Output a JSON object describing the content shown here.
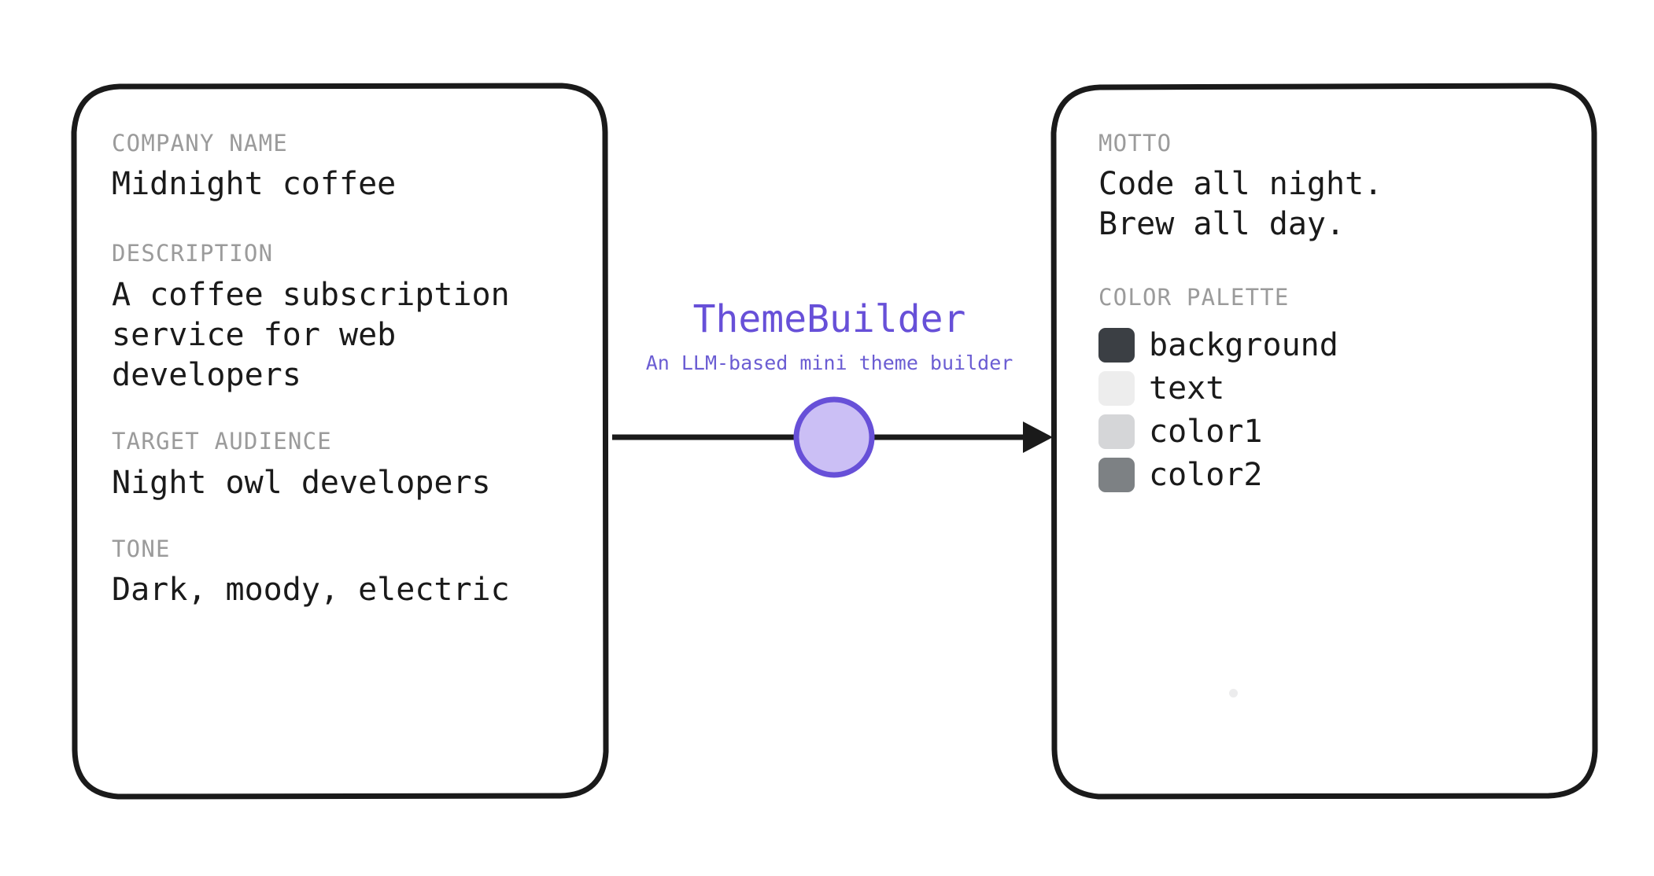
{
  "app": {
    "title": "ThemeBuilder",
    "subtitle": "An LLM-based mini theme builder",
    "accent_color": "#6750d8",
    "subtitle_color": "#6b5dd3",
    "node_fill": "#cbbff5",
    "node_stroke": "#6750d8",
    "arrow_color": "#1a1a1a",
    "card_border_color": "#1a1a1a",
    "label_color": "#9b9b9b",
    "value_color": "#1a1a1a"
  },
  "input_card": {
    "fields": [
      {
        "label": "COMPANY NAME",
        "value": "Midnight coffee"
      },
      {
        "label": "DESCRIPTION",
        "value": "A coffee subscription\nservice for web\ndevelopers"
      },
      {
        "label": "TARGET AUDIENCE",
        "value": "Night owl developers"
      },
      {
        "label": "TONE",
        "value": "Dark, moody, electric"
      }
    ]
  },
  "output_card": {
    "motto": {
      "label": "MOTTO",
      "value": "Code all night.\nBrew all day."
    },
    "palette": {
      "label": "COLOR PALETTE",
      "swatches": [
        {
          "name": "background",
          "color": "#3b3f44"
        },
        {
          "name": "text",
          "color": "#ededed"
        },
        {
          "name": "color1",
          "color": "#d5d6d8"
        },
        {
          "name": "color2",
          "color": "#7d8184"
        }
      ]
    }
  }
}
